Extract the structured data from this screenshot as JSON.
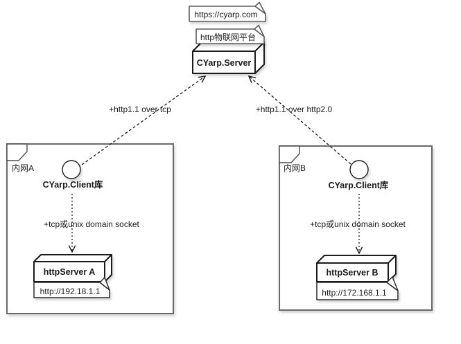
{
  "diagram": {
    "notes": {
      "url": "https://cyarp.com",
      "platform": "http物联网平台"
    },
    "server_node": {
      "label": "CYarp.Server"
    },
    "connections": {
      "left": "+http1.1 over tcp",
      "right": "+http1.1 over http2.0"
    },
    "zones": [
      {
        "name": "内网A",
        "client": "CYarp.Client库",
        "socket": "+tcp或unix domain socket",
        "node": "httpServer A",
        "address": "http://192.18.1.1"
      },
      {
        "name": "内网B",
        "client": "CYarp.Client库",
        "socket": "+tcp或unix domain socket",
        "node": "httpServer B",
        "address": "http://172.168.1.1"
      }
    ],
    "colors": {
      "background": "#ffffff",
      "zone_border": "#696969",
      "shape_border": "#1a1a1a",
      "note_border": "#5c5c5c"
    }
  }
}
